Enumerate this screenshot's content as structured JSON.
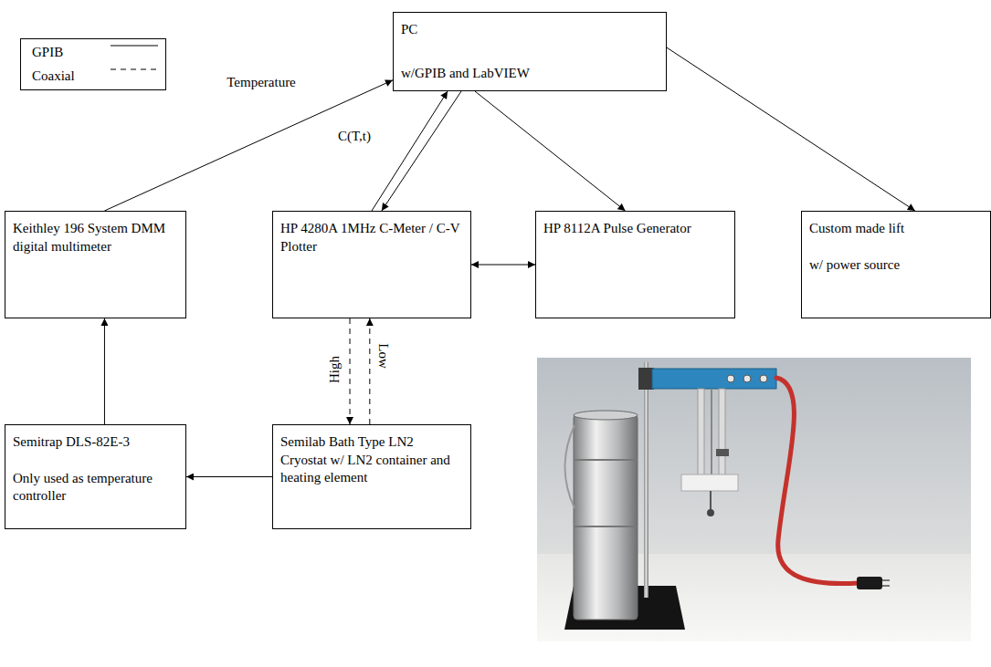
{
  "diagram": {
    "nodes": [
      {
        "text": [
          "PC",
          "w/GPIB and LabVIEW"
        ]
      },
      {
        "text": [
          "Keithley 196 System DMM digital multimeter"
        ]
      },
      {
        "text": [
          "HP 4280A 1MHz C-Meter / C-V Plotter"
        ]
      },
      {
        "text": [
          "HP 8112A Pulse Generator"
        ]
      },
      {
        "text": [
          "Custom made lift",
          "w/ power source"
        ]
      },
      {
        "text": [
          "Semitrap DLS-82E-3",
          "Only used as temperature controller"
        ]
      },
      {
        "text": [
          "Semilab Bath Type LN2 Cryostat w/ LN2 container and heating element"
        ]
      }
    ],
    "edges": [
      {
        "from": 1,
        "to": 0,
        "label": "Temperature",
        "arrow": "to"
      },
      {
        "from": 2,
        "to": 0,
        "label": "C(T,t)",
        "arrow": "to"
      },
      {
        "from": 0,
        "to": 2,
        "arrow": "to"
      },
      {
        "from": 0,
        "to": 3,
        "arrow": "to"
      },
      {
        "from": 0,
        "to": 4,
        "arrow": "to"
      },
      {
        "from": 2,
        "to": 3,
        "arrow": "both"
      },
      {
        "from": 2,
        "to": 6,
        "label": "High",
        "arrow": "to"
      },
      {
        "from": 6,
        "to": 2,
        "label": "Low",
        "arrow": "to"
      },
      {
        "from": 6,
        "to": 5,
        "arrow": "to"
      },
      {
        "from": 5,
        "to": 1,
        "arrow": "to"
      }
    ],
    "legend": [
      {
        "text": "GPIB"
      },
      {
        "text": "Coaxial"
      }
    ]
  }
}
